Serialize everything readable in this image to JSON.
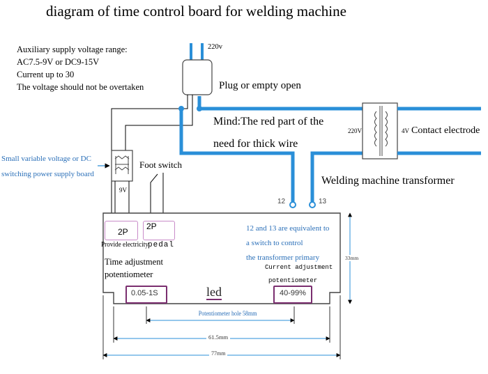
{
  "title": "diagram of time control board for welding machine",
  "notes": {
    "line1": "Auxiliary supply voltage range:",
    "line2": "AC7.5-9V or DC9-15V",
    "line3": "Current up to 30",
    "line4": "The voltage should not be overtaken"
  },
  "plug": {
    "voltage": "220v",
    "label": "Plug or empty open"
  },
  "mind": {
    "line1": "Mind:The red part of the",
    "line2": "need for thick wire"
  },
  "transformer": {
    "primary": "220V",
    "secondary": "4V",
    "right_label": "Contact electrode",
    "caption": "Welding machine transformer"
  },
  "power_supply": {
    "line1": "Small variable voltage or DC",
    "line2": "switching power supply board",
    "voltage": "9V"
  },
  "foot_switch": "Foot switch",
  "board": {
    "terminal_12": "12",
    "terminal_13": "13",
    "connector_left": "2P",
    "connector_right": "2P",
    "provide_label": "Provide electricity",
    "pedal_label": "pedal",
    "time_pot_line1": "Time adjustment",
    "time_pot_line2": "potentiometer",
    "time_range": "0.05-1S",
    "led": "led",
    "current_range": "40-99%",
    "current_pot_line1": "Current adjustment",
    "current_pot_line2": "potentiometer",
    "note_line1": "12 and 13 are equivalent to",
    "note_line2": "a switch to control",
    "note_line3": "the transformer primary"
  },
  "dimensions": {
    "pot_hole": "Potentiometer hole 58mm",
    "inner_width": "61.5mm",
    "outer_width": "77mm",
    "height": "33mm"
  },
  "colors": {
    "thick_wire": "#2a8fd8",
    "thin_wire": "#000000",
    "connector": "#c98bc9",
    "pot_box": "#7a2e6f"
  }
}
